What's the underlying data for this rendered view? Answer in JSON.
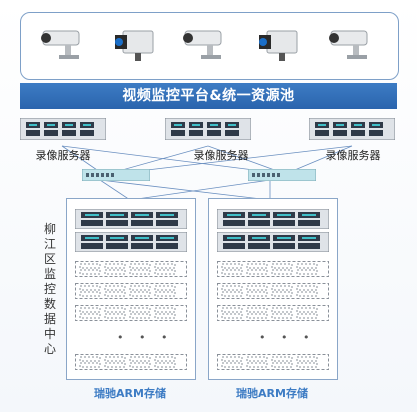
{
  "platform": {
    "title": "视频监控平台&统一资源池"
  },
  "cameras": [
    {
      "icon": "bullet-camera-icon"
    },
    {
      "icon": "box-camera-icon"
    },
    {
      "icon": "bullet-camera-icon"
    },
    {
      "icon": "box-camera-icon"
    },
    {
      "icon": "bullet-camera-icon"
    }
  ],
  "recording_servers": [
    {
      "label": "录像服务器"
    },
    {
      "label": "录像服务器"
    },
    {
      "label": "录像服务器"
    }
  ],
  "storage": {
    "side_label": "柳江区监控数据中心",
    "clusters": [
      {
        "label": "瑞驰ARM存储",
        "dots": "• • •"
      },
      {
        "label": "瑞驰ARM存储",
        "dots": "• • •"
      }
    ]
  },
  "colors": {
    "accent": "#2a64ad",
    "frame": "#8aa6c8",
    "switch": "#bfe3ea",
    "line": "#6a8fc0"
  }
}
